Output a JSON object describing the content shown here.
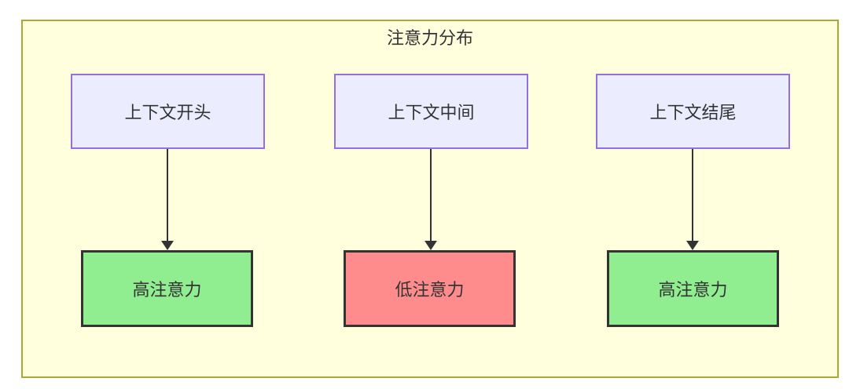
{
  "diagram": {
    "title": "注意力分布",
    "columns": [
      {
        "source": "上下文开头",
        "target": "高注意力",
        "level": "high"
      },
      {
        "source": "上下文中间",
        "target": "低注意力",
        "level": "low"
      },
      {
        "source": "上下文结尾",
        "target": "高注意力",
        "level": "high"
      }
    ],
    "colors": {
      "frame_bg": "#ffffde",
      "frame_border": "#aaaa33",
      "source_fill": "#ECECFF",
      "source_border": "#9370DB",
      "high_fill": "#90EE90",
      "low_fill": "#FF8C8C",
      "node_border": "#333333",
      "arrow": "#333333",
      "text": "#333333"
    }
  }
}
